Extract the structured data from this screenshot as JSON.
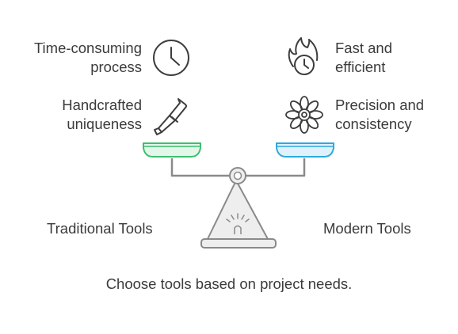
{
  "left_side": {
    "title": "Traditional Tools",
    "items": [
      {
        "lines": [
          "Time-consuming",
          "process"
        ],
        "icon": "clock-icon"
      },
      {
        "lines": [
          "Handcrafted",
          "uniqueness"
        ],
        "icon": "chisel-icon"
      }
    ],
    "pan_color": "#3dbe6e",
    "pan_fill": "#e3f6ea"
  },
  "right_side": {
    "title": "Modern Tools",
    "items": [
      {
        "lines": [
          "Fast and",
          "efficient"
        ],
        "icon": "fast-clock-icon"
      },
      {
        "lines": [
          "Precision and",
          "consistency"
        ],
        "icon": "flower-icon"
      }
    ],
    "pan_color": "#2ea8dc",
    "pan_fill": "#dff2fb"
  },
  "conclusion": "Choose tools based on project needs.",
  "colors": {
    "stroke": "#7a7a7a",
    "icon_stroke": "#3d3d3d",
    "base_fill": "#eeeeee"
  }
}
